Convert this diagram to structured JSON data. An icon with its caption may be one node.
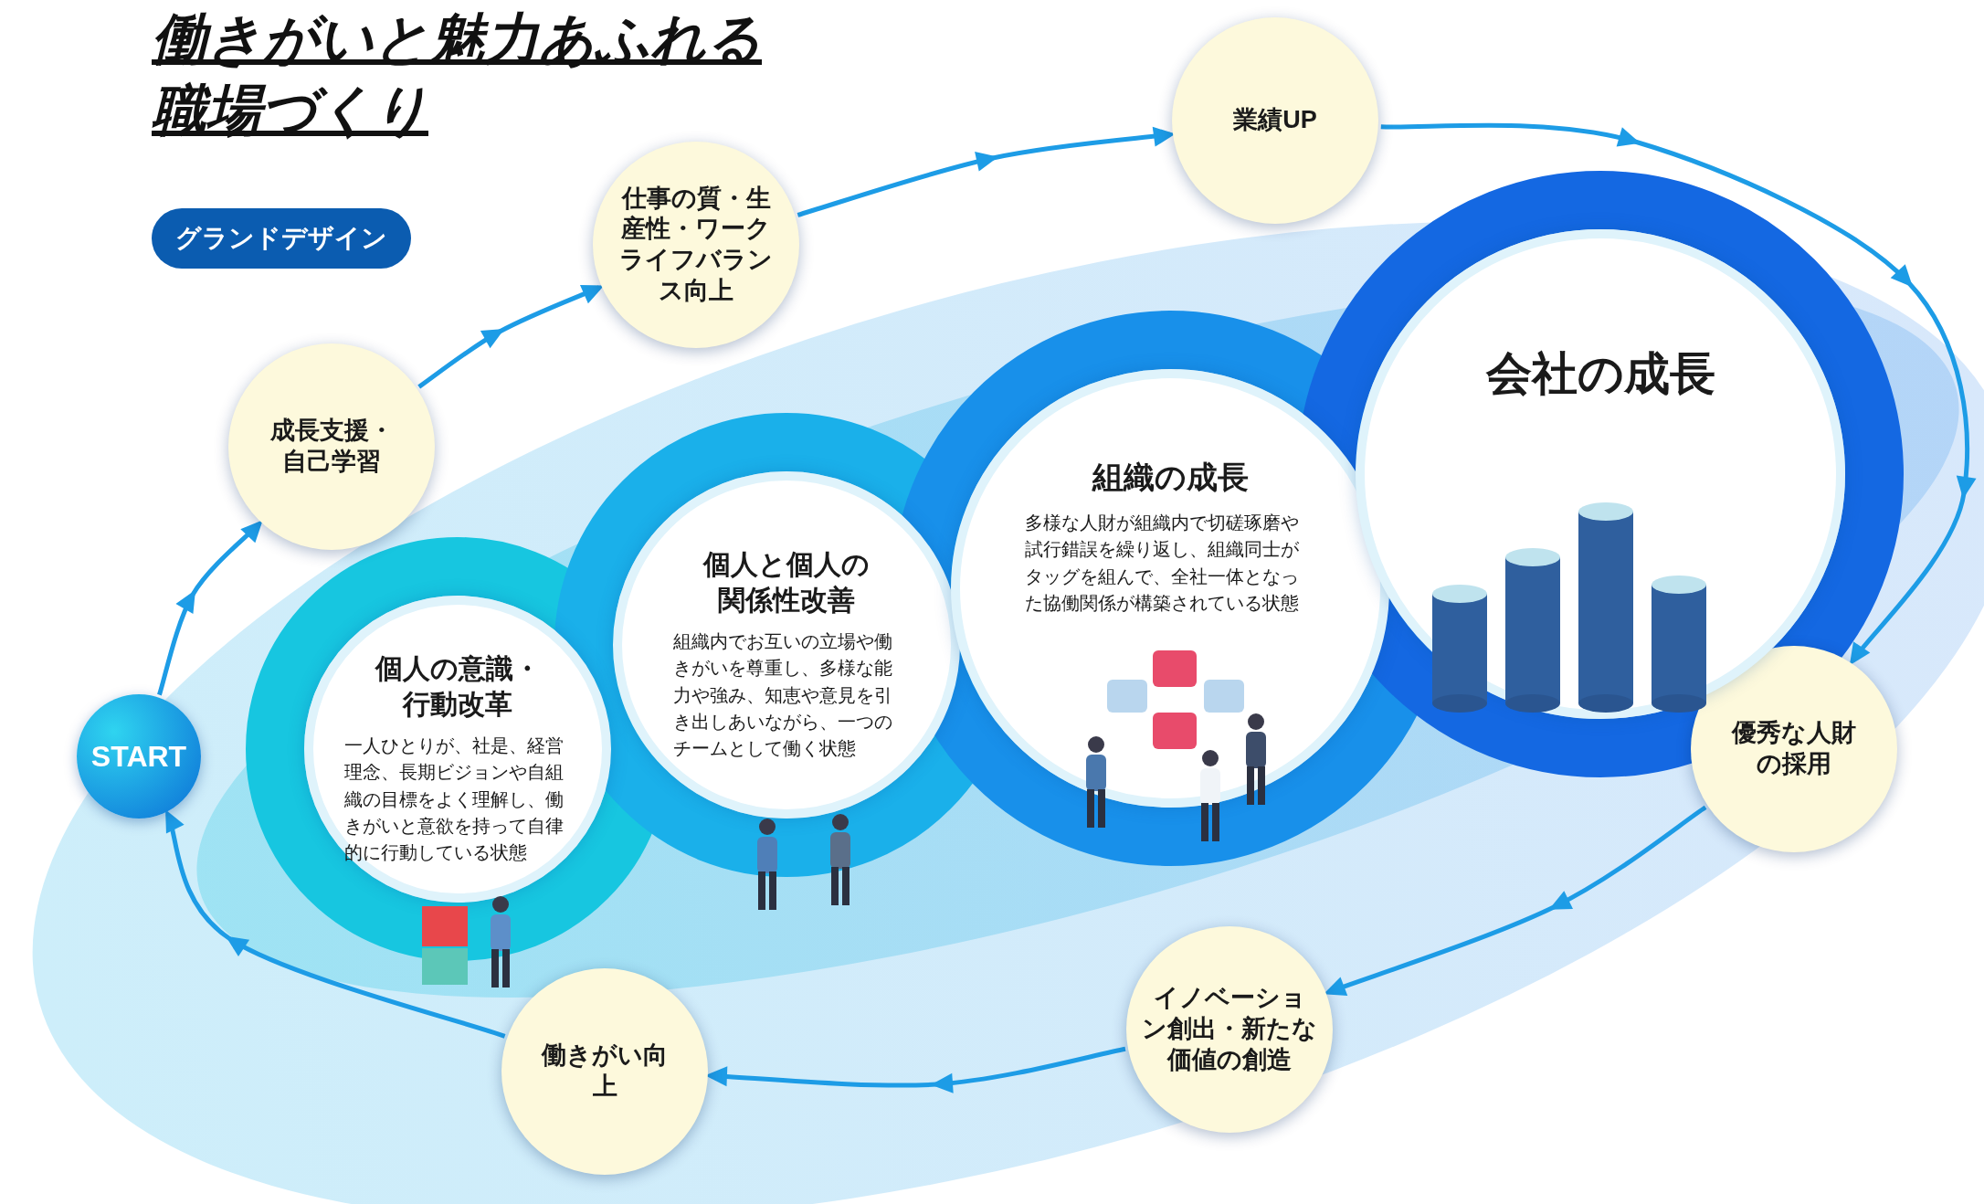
{
  "diagram": {
    "title": "働きがいと魅力あふれる職場づくり",
    "nodes": [
      {
        "text": [
          "START"
        ]
      },
      {
        "text": [
          "成長支援・自己学習"
        ]
      },
      {
        "text": [
          "仕事の質・生産性・ワークライフバランス向上"
        ]
      },
      {
        "text": [
          "業績UP"
        ]
      },
      {
        "text": [
          "優秀な人財の採用"
        ]
      },
      {
        "text": [
          "イノベーション創出・新たな価値の創造"
        ]
      },
      {
        "text": [
          "働きがい向上"
        ]
      },
      {
        "text": [
          "個人の意識・行動改革",
          "一人ひとりが、社是、経営理念、長期ビジョンや自組織の目標をよく理解し、働きがいと意欲を持って自律的に行動している状態"
        ]
      },
      {
        "text": [
          "個人と個人の関係性改善",
          "組織内でお互いの立場や働きがいを尊重し、多様な能力や強み、知恵や意見を引き出しあいながら、一つのチームとして働く状態"
        ]
      },
      {
        "text": [
          "組織の成長",
          "多様な人財が組織内で切磋琢磨や試行錯誤を繰り返し、組織同士がタッグを組んで、全社一体となった協働関係が構築されている状態"
        ]
      },
      {
        "text": [
          "会社の成長"
        ]
      }
    ],
    "edges": [
      {
        "from": 0,
        "to": 1,
        "arrow": "to"
      },
      {
        "from": 1,
        "to": 2,
        "arrow": "to"
      },
      {
        "from": 2,
        "to": 3,
        "arrow": "to"
      },
      {
        "from": 3,
        "to": 4,
        "arrow": "to"
      },
      {
        "from": 4,
        "to": 5,
        "arrow": "to"
      },
      {
        "from": 5,
        "to": 6,
        "arrow": "to"
      },
      {
        "from": 6,
        "to": 0,
        "arrow": "to"
      }
    ],
    "labels": [
      "グランドデザイン"
    ]
  }
}
